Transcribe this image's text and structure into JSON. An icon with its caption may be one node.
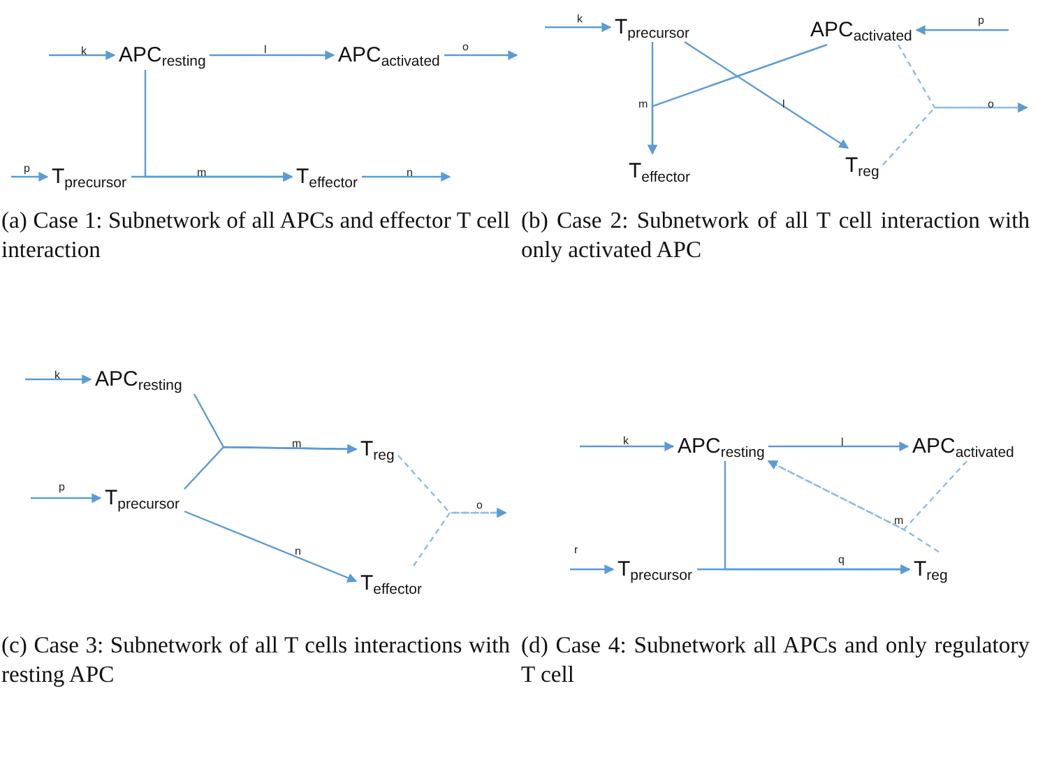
{
  "diagram": {
    "nodes": [
      {
        "text": [
          "APC$_{resting}$"
        ]
      },
      {
        "text": [
          "APC$_{activated}$"
        ]
      },
      {
        "text": [
          "T$_{precursor}$"
        ]
      },
      {
        "text": [
          "T$_{effector}$"
        ]
      },
      {
        "text": [
          "T$_{precursor}$"
        ]
      },
      {
        "text": [
          "APC$_{activated}$"
        ]
      },
      {
        "text": [
          "T$_{effector}$"
        ]
      },
      {
        "text": [
          "T$_{reg}$"
        ]
      },
      {
        "text": [
          "APC$_{resting}$"
        ]
      },
      {
        "text": [
          "T$_{precursor}$"
        ]
      },
      {
        "text": [
          "T$_{reg}$"
        ]
      },
      {
        "text": [
          "T$_{effector}$"
        ]
      },
      {
        "text": [
          "APC$_{resting}$"
        ]
      },
      {
        "text": [
          "APC$_{activated}$"
        ]
      },
      {
        "text": [
          "T$_{precursor}$"
        ]
      },
      {
        "text": [
          "T$_{reg}$"
        ]
      }
    ],
    "edges": [
      {
        "from": null,
        "to": 0,
        "arrow": "to",
        "label": "k"
      },
      {
        "from": 0,
        "to": 1,
        "arrow": "to",
        "label": "l"
      },
      {
        "from": 1,
        "to": null,
        "arrow": "to",
        "label": "o"
      },
      {
        "from": null,
        "to": 2,
        "arrow": "to",
        "label": "p"
      },
      {
        "from": 2,
        "to": 3,
        "arrow": "to",
        "label": "m"
      },
      {
        "from": 0,
        "to": 3,
        "arrow": "to"
      },
      {
        "from": 3,
        "to": null,
        "arrow": "to",
        "label": "n"
      },
      {
        "from": null,
        "to": 4,
        "arrow": "to",
        "label": "k"
      },
      {
        "from": null,
        "to": 5,
        "arrow": "to",
        "label": "p"
      },
      {
        "from": 4,
        "to": 6,
        "arrow": "to",
        "label": "m"
      },
      {
        "from": 5,
        "to": 6,
        "arrow": "to"
      },
      {
        "from": 4,
        "to": 7,
        "arrow": "to",
        "label": "l"
      },
      {
        "from": 5,
        "to": null,
        "arrow": "to",
        "label": "o",
        "style": "dashed"
      },
      {
        "from": 7,
        "to": null,
        "arrow": "to",
        "style": "dashed"
      },
      {
        "from": null,
        "to": 8,
        "arrow": "to",
        "label": "k"
      },
      {
        "from": null,
        "to": 9,
        "arrow": "to",
        "label": "p"
      },
      {
        "from": 8,
        "to": 10,
        "arrow": "to",
        "label": "m"
      },
      {
        "from": 9,
        "to": 10,
        "arrow": "to"
      },
      {
        "from": 9,
        "to": 11,
        "arrow": "to",
        "label": "n"
      },
      {
        "from": 10,
        "to": null,
        "arrow": "to",
        "label": "o",
        "style": "dashed"
      },
      {
        "from": 11,
        "to": null,
        "arrow": "to",
        "style": "dashed"
      },
      {
        "from": null,
        "to": 12,
        "arrow": "to",
        "label": "k"
      },
      {
        "from": 12,
        "to": 13,
        "arrow": "to",
        "label": "l"
      },
      {
        "from": null,
        "to": 14,
        "arrow": "to",
        "label": "r"
      },
      {
        "from": 14,
        "to": 15,
        "arrow": "to",
        "label": "q"
      },
      {
        "from": 12,
        "to": 15,
        "arrow": "to"
      },
      {
        "from": 13,
        "to": 12,
        "arrow": "to",
        "label": "m",
        "style": "dashed"
      },
      {
        "from": 15,
        "to": 12,
        "arrow": "to",
        "style": "dashed"
      }
    ],
    "labels": [
      "(a) Case 1: Subnetwork of all APCs and effector T cell interaction",
      "(b) Case 2: Subnetwork of all T cell interaction with only activated APC",
      "(c) Case 3: Subnetwork of all T cells interactions with resting APC",
      "(d) Case 4: Subnetwork all APCs and only regulatory T cell"
    ]
  }
}
